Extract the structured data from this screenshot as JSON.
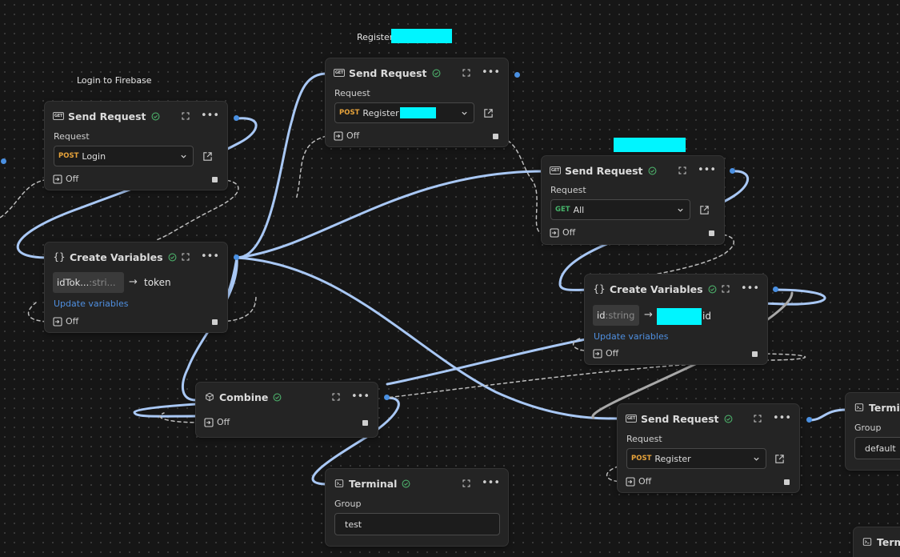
{
  "canvas_labels": {
    "login_group": "Login to Firebase",
    "register_group": "Register"
  },
  "nodes": {
    "send_login": {
      "title": "Send Request",
      "request_label": "Request",
      "method": "POST",
      "request": "Login",
      "off_label": "Off"
    },
    "send_register_top": {
      "title": "Send Request",
      "request_label": "Request",
      "method": "POST",
      "request": "Register",
      "off_label": "Off"
    },
    "send_all": {
      "title": "Send Request",
      "request_label": "Request",
      "method": "GET",
      "request": "All",
      "off_label": "Off"
    },
    "vars_token": {
      "title": "Create Variables",
      "var_name": "idTok...",
      "var_type": ":stri...",
      "arrow": "→",
      "target": "token",
      "update_link": "Update variables",
      "off_label": "Off"
    },
    "vars_id": {
      "title": "Create Variables",
      "var_name": "id",
      "var_type": ":string",
      "arrow": "→",
      "target": "id",
      "update_link": "Update variables",
      "off_label": "Off"
    },
    "combine": {
      "title": "Combine",
      "off_label": "Off"
    },
    "terminal_test": {
      "title": "Terminal",
      "group_label": "Group",
      "group_value": "test"
    },
    "send_register_bottom": {
      "title": "Send Request",
      "request_label": "Request",
      "method": "POST",
      "request": "Register",
      "off_label": "Off"
    },
    "terminal_default": {
      "title": "Termi",
      "group_label": "Group",
      "group_value": "default"
    },
    "terminal_partial": {
      "title": "Term"
    }
  },
  "colors": {
    "background": "#161616",
    "node_bg": "#242424",
    "wire_blue": "#a9c8f5",
    "wire_dashed": "#bdbdbd",
    "port_blue": "#4a90e2",
    "check_green": "#4caf6a",
    "post_orange": "#e7a33b",
    "get_green": "#46b36a",
    "link_blue": "#4f8fe0",
    "redaction": "#00f5ff"
  },
  "icons": {
    "node_menu": "more-horizontal-icon",
    "node_expand": "expand-icon",
    "status": "check-circle-icon",
    "open": "external-link-icon",
    "dropdown": "chevron-down-icon",
    "off_toggle": "off-toggle-icon"
  }
}
